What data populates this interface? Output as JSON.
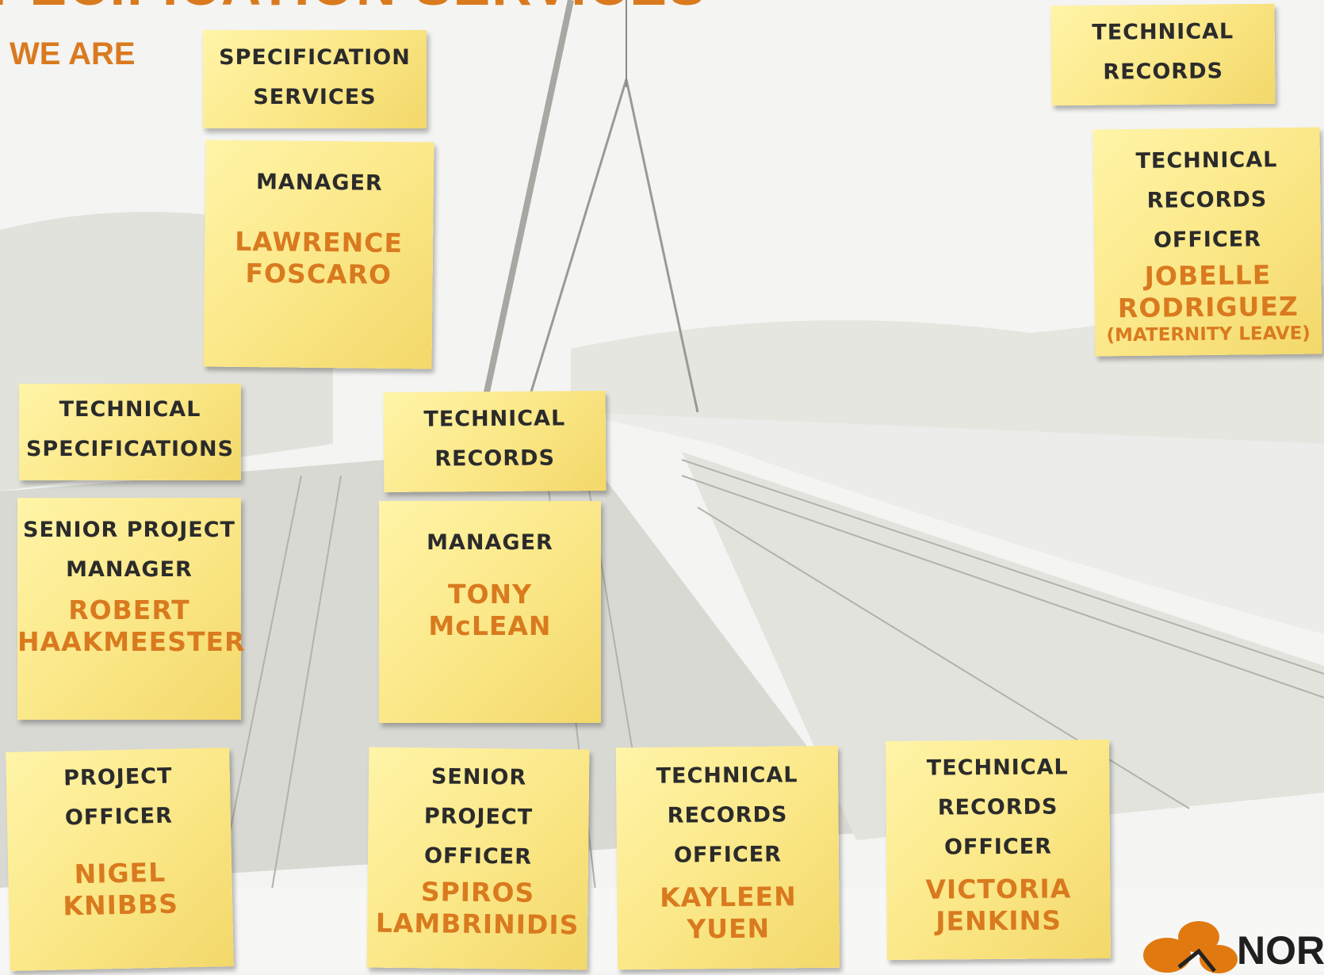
{
  "title": "SPECIFICATION SERVICES",
  "subtitle": "WE ARE",
  "notes": {
    "spec_services": {
      "header": [
        "SPECIFICATION",
        "SERVICES"
      ]
    },
    "spec_manager": {
      "role": [
        "MANAGER"
      ],
      "name": [
        "LAWRENCE",
        "FOSCARO"
      ]
    },
    "tech_records_top": {
      "header": [
        "TECHNICAL",
        "RECORDS"
      ]
    },
    "jobelle": {
      "role": [
        "TECHNICAL",
        "RECORDS",
        "OFFICER"
      ],
      "name": [
        "JOBELLE",
        "RODRIGUEZ"
      ],
      "extra": "(MATERNITY LEAVE)"
    },
    "tech_specs": {
      "header": [
        "TECHNICAL",
        "SPECIFICATIONS"
      ]
    },
    "tech_records_mid": {
      "header": [
        "TECHNICAL",
        "RECORDS"
      ]
    },
    "robert": {
      "role": [
        "SENIOR PROJECT",
        "MANAGER"
      ],
      "name": [
        "ROBERT",
        "HAAKMEESTER"
      ]
    },
    "tony": {
      "role": [
        "MANAGER"
      ],
      "name": [
        "TONY",
        "McLEAN"
      ]
    },
    "nigel": {
      "role": [
        "PROJECT",
        "OFFICER"
      ],
      "name": [
        "NIGEL",
        "KNIBBS"
      ]
    },
    "spiros": {
      "role": [
        "SENIOR",
        "PROJECT",
        "OFFICER"
      ],
      "name": [
        "SPIROS",
        "LAMBRINIDIS"
      ]
    },
    "kayleen": {
      "role": [
        "TECHNICAL",
        "RECORDS",
        "OFFICER"
      ],
      "name": [
        "KAYLEEN",
        "YUEN"
      ]
    },
    "victoria": {
      "role": [
        "TECHNICAL",
        "RECORDS",
        "OFFICER"
      ],
      "name": [
        "VICTORIA",
        "JENKINS"
      ]
    }
  },
  "logo": {
    "text": "NOR"
  },
  "colors": {
    "accent": "#d97a1f",
    "note": "#fbe889",
    "text": "#2b2b2b"
  }
}
